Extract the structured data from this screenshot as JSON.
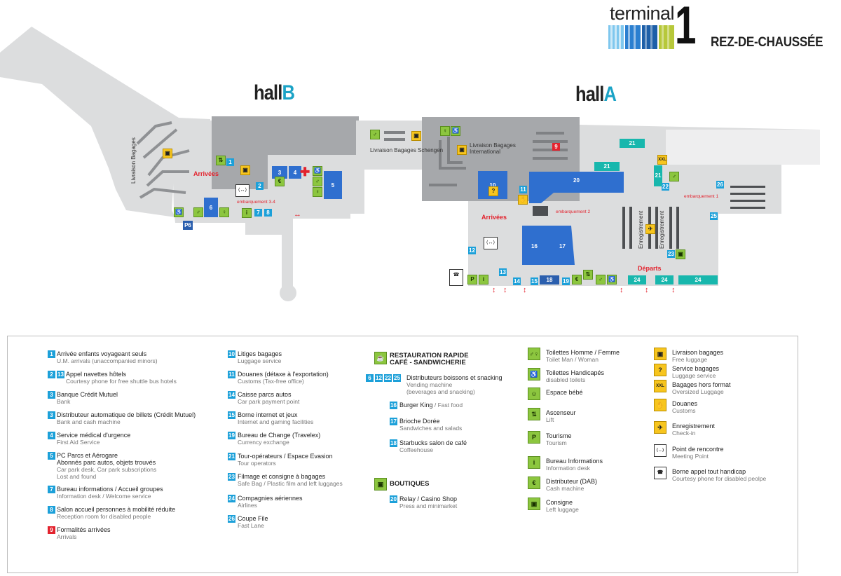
{
  "header": {
    "brand_word": "terminal",
    "brand_number": "1",
    "level": "REZ-DE-CHAUSSÉE"
  },
  "map": {
    "hall_b": {
      "prefix": "hall",
      "letter": "B"
    },
    "hall_a": {
      "prefix": "hall",
      "letter": "A"
    },
    "labels": {
      "livraison_bagages_b": "Livraison Bagages",
      "arrivees_b": "Arrivées",
      "embarquement_3_4": "embarquement 3-4",
      "livraison_schengen": "Livraison Bagages Schengen",
      "livraison_international": "Livraison Bagages International",
      "arrivees_a": "Arrivées",
      "embarquement_2": "embarquement 2",
      "embarquement_1": "embarquement 1",
      "enregistrement_1": "Enregistrement",
      "enregistrement_2": "Enregistrement",
      "departs": "Départs",
      "p6": "P6"
    },
    "numbers": {
      "n1": "1",
      "n2": "2",
      "n3": "3",
      "n4": "4",
      "n5": "5",
      "n6": "6",
      "n7": "7",
      "n8": "8",
      "n9": "9",
      "n10": "10",
      "n11": "11",
      "n12": "12",
      "n13": "13",
      "n14": "14",
      "n15": "15",
      "n16": "16",
      "n17": "17",
      "n18": "18",
      "n19": "19",
      "n20": "20",
      "n21": "21",
      "n22": "22",
      "n23": "23",
      "n24": "24",
      "n25": "25",
      "n26": "26"
    }
  },
  "legend": {
    "col1": [
      {
        "badges": [
          "1"
        ],
        "title": "Arrivée enfants voyageant seuls",
        "sub": "U.M. arrivals (unaccompanied minors)"
      },
      {
        "badges": [
          "2",
          "13"
        ],
        "title": "Appel navettes hôtels",
        "sub": "Courtesy phone for free shuttle bus hotels"
      },
      {
        "badges": [
          "3"
        ],
        "title": "Banque Crédit Mutuel",
        "sub": "Bank"
      },
      {
        "badges": [
          "3"
        ],
        "title": "Distributeur automatique de billets (Crédit Mutuel)",
        "sub": "Bank and cash machine"
      },
      {
        "badges": [
          "4"
        ],
        "title": "Service médical d'urgence",
        "sub": "First Aid Service"
      },
      {
        "badges": [
          "5"
        ],
        "title": "PC Parcs et Aérogare",
        "title2": "Abonnés parc autos, objets trouvés",
        "sub": "Car park desk, Car park subscriptions",
        "sub2": "Lost and found"
      },
      {
        "badges": [
          "7"
        ],
        "title": "Bureau informations / Accueil groupes",
        "sub": "Information desk / Welcome service"
      },
      {
        "badges": [
          "8"
        ],
        "title": "Salon accueil personnes à mobilité réduite",
        "sub": "Reception room for disabled people"
      },
      {
        "badges": [
          "9"
        ],
        "red": true,
        "title": "Formalités arrivées",
        "sub": "Arrivals"
      }
    ],
    "col2": [
      {
        "badges": [
          "10"
        ],
        "title": "Litiges bagages",
        "sub": "Luggage service"
      },
      {
        "badges": [
          "11"
        ],
        "title": "Douanes (détaxe à l'exportation)",
        "sub": "Customs (Tax-free office)"
      },
      {
        "badges": [
          "14"
        ],
        "title": "Caisse parcs autos",
        "sub": "Car park payment point"
      },
      {
        "badges": [
          "15"
        ],
        "title": "Borne internet et jeux",
        "sub": "Internet and gaming facilities"
      },
      {
        "badges": [
          "19"
        ],
        "title": "Bureau de Change (Travelex)",
        "sub": "Currency exchange"
      },
      {
        "badges": [
          "21"
        ],
        "title": "Tour-opérateurs / Espace Evasion",
        "sub": "Tour operators"
      },
      {
        "badges": [
          "23"
        ],
        "title": "Filmage et consigne à bagages",
        "sub": "Safe Bag / Plastic film and left luggages"
      },
      {
        "badges": [
          "24"
        ],
        "title": "Compagnies aériennes",
        "sub": "Airlines"
      },
      {
        "badges": [
          "26"
        ],
        "title": "Coupe File",
        "sub": "Fast Lane"
      }
    ],
    "col3": {
      "restauration_title_1": "RESTAURATION RAPIDE",
      "restauration_title_2": "CAFÉ - SANDWICHERIE",
      "items": [
        {
          "badges": [
            "6",
            "12",
            "22",
            "25"
          ],
          "title": "Distributeurs boissons et snacking",
          "sub": "Vending machine",
          "sub2": "(beverages and snacking)"
        },
        {
          "badges": [
            "16"
          ],
          "title": "Burger King",
          "title_suffix": " / Fast food",
          "sub": ""
        },
        {
          "badges": [
            "17"
          ],
          "title": "Brioche Dorée",
          "sub": "Sandwiches and salads"
        },
        {
          "badges": [
            "18"
          ],
          "title": "Starbucks salon de café",
          "sub": "Coffeehouse"
        }
      ],
      "boutiques_title": "BOUTIQUES",
      "boutiques_items": [
        {
          "badges": [
            "20"
          ],
          "title": "Relay / Casino Shop",
          "sub": "Press and minimarket"
        }
      ]
    },
    "col4": [
      {
        "icon": "toilets-icon",
        "glyph": "♂♀",
        "cls": "g",
        "title": "Toilettes Homme / Femme",
        "sub": "Toilet Man / Woman"
      },
      {
        "icon": "disabled-toilets-icon",
        "glyph": "♿",
        "cls": "g",
        "title": "Toilettes Handicapés",
        "sub": "disabled toilets"
      },
      {
        "icon": "baby-icon",
        "glyph": "☺",
        "cls": "g",
        "title": "Espace bébé",
        "sub": ""
      },
      {
        "icon": "lift-icon",
        "glyph": "⇅",
        "cls": "g",
        "title": "Ascenseur",
        "sub": "Lift"
      },
      {
        "icon": "tourism-icon",
        "glyph": "P",
        "cls": "g",
        "title": "Tourisme",
        "sub": "Tourism"
      },
      {
        "icon": "information-icon",
        "glyph": "i",
        "cls": "g",
        "title": "Bureau Informations",
        "sub": "Information desk"
      },
      {
        "icon": "cash-machine-icon",
        "glyph": "€",
        "cls": "g",
        "title": "Distributeur (DAB)",
        "sub": "Cash machine"
      },
      {
        "icon": "left-luggage-icon",
        "glyph": "▣",
        "cls": "g",
        "title": "Consigne",
        "sub": "Left luggage"
      }
    ],
    "col5": [
      {
        "icon": "free-luggage-icon",
        "glyph": "▣",
        "cls": "y",
        "title": "Livraison bagages",
        "sub": "Free luggage"
      },
      {
        "icon": "luggage-service-icon",
        "glyph": "?",
        "cls": "y",
        "title": "Service bagages",
        "sub": "Luggage service"
      },
      {
        "icon": "oversized-luggage-icon",
        "glyph": "XXL",
        "cls": "y",
        "title": "Bagages hors format",
        "sub": "Oversized Luggage"
      },
      {
        "icon": "customs-icon",
        "glyph": "✋",
        "cls": "y",
        "title": "Douanes",
        "sub": "Customs"
      },
      {
        "icon": "check-in-icon",
        "glyph": "✈",
        "cls": "y",
        "title": "Enregistrement",
        "sub": "Check-in"
      },
      {
        "icon": "meeting-point-icon",
        "glyph": "⟨↔⟩",
        "cls": "w",
        "title": "Point de rencontre",
        "sub": "Meeting Point"
      },
      {
        "icon": "courtesy-phone-icon",
        "glyph": "☎",
        "cls": "w",
        "title": "Borne appel tout handicap",
        "sub": "Courtesy phone for disabled peolpe"
      }
    ]
  },
  "colors": {
    "teal": "#18b7ad",
    "blue_badge": "#1ca0d9",
    "block_blue": "#2f6fcf",
    "red": "#e3232e",
    "green_icon": "#8cc63f",
    "yellow_icon": "#f7c51e",
    "building_dark": "#a6a8ab",
    "building_light": "#dcddde"
  }
}
